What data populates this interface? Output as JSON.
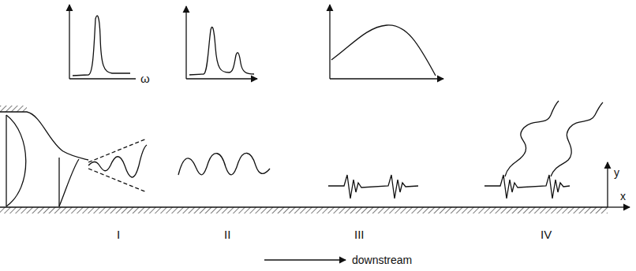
{
  "diagram": {
    "labels": [
      "ω",
      "y",
      "x",
      "I",
      "II",
      "III",
      "IV",
      "downstream"
    ]
  }
}
